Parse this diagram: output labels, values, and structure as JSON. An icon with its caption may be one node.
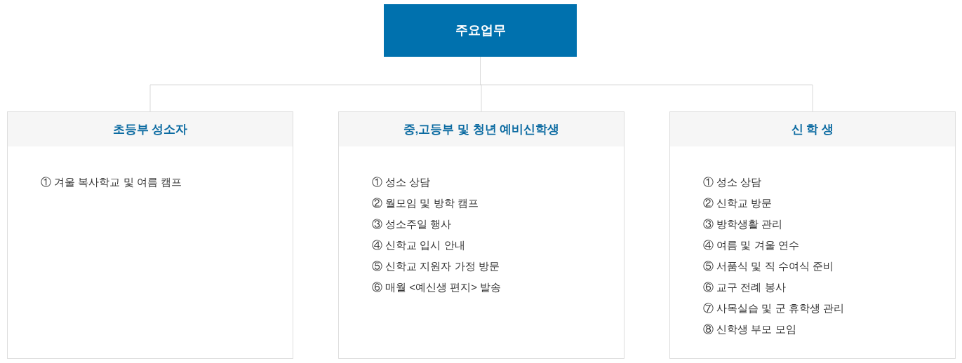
{
  "diagram": {
    "nodes": [
      {
        "text": [
          "주요업무"
        ]
      },
      {
        "text": [
          "초등부 성소자",
          "① 겨울 복사학교 및 여름 캠프"
        ]
      },
      {
        "text": [
          "중,고등부 및 청년 예비신학생",
          "① 성소 상담",
          "② 월모임 및 방학 캠프",
          "③ 성소주일 행사",
          "④ 신학교 입시 안내",
          "⑤ 신학교 지원자 가정 방문",
          "⑥ 매월 <예신생 편지> 발송"
        ]
      },
      {
        "text": [
          "신 학 생",
          "① 성소 상담",
          "② 신학교 방문",
          "③ 방학생활 관리",
          "④ 여름 및 겨울 연수",
          "⑤ 서품식 및 직 수여식 준비",
          "⑥ 교구 전례 봉사",
          "⑦ 사목실습 및 군 휴학생 관리",
          "⑧ 신학생 부모 모임"
        ]
      }
    ],
    "edges": [
      {
        "from": 0,
        "to": 1,
        "arrow": "none"
      },
      {
        "from": 0,
        "to": 2,
        "arrow": "none"
      },
      {
        "from": 0,
        "to": 3,
        "arrow": "none"
      }
    ]
  }
}
